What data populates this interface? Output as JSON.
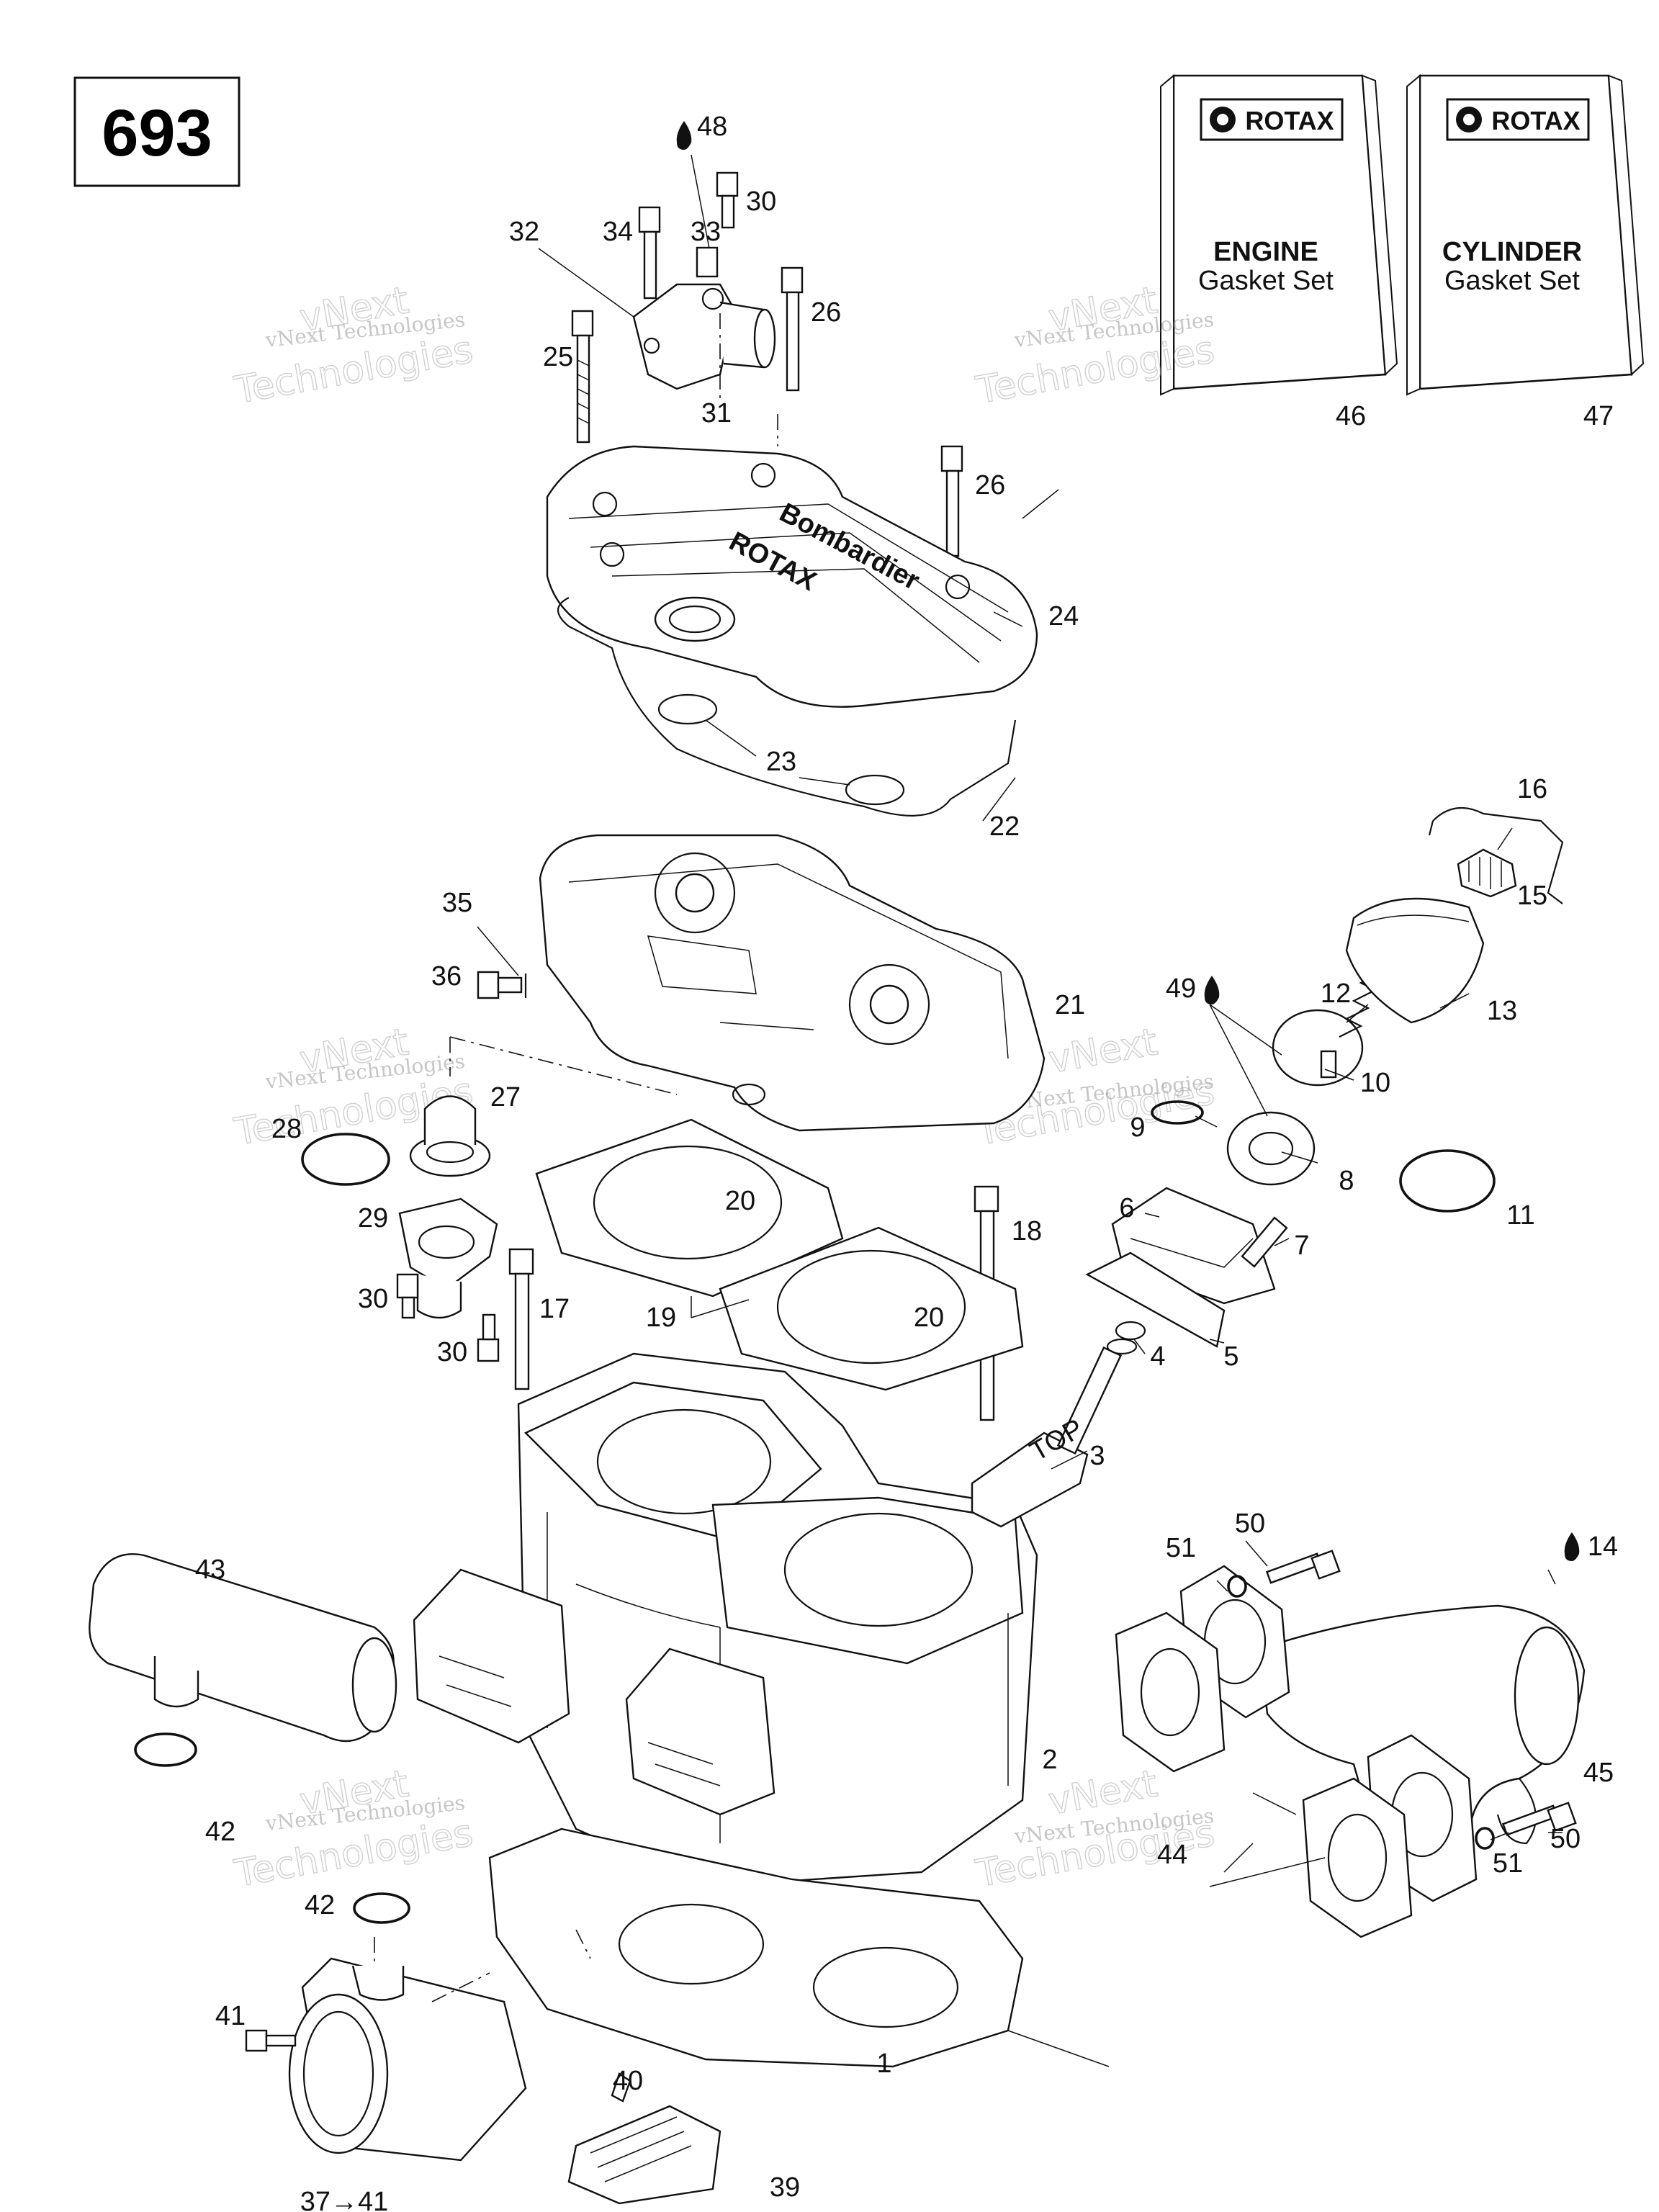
{
  "figure_number": "693",
  "kits": [
    {
      "brand": "ROTAX",
      "title": "ENGINE",
      "subtitle": "Gasket Set",
      "part": "46"
    },
    {
      "brand": "ROTAX",
      "title": "CYLINDER",
      "subtitle": "Gasket Set",
      "part": "47"
    }
  ],
  "watermark": {
    "small": "vNext Technologies",
    "large_1": "vNext",
    "large_2": "Technologies"
  },
  "engraving": {
    "brand": "Bombardier",
    "engine": "ROTAX"
  },
  "piston_marking": "TOP",
  "callouts": {
    "p1": "1",
    "p2": "2",
    "p3": "3",
    "p4": "4",
    "p5": "5",
    "p6": "6",
    "p7": "7",
    "p8": "8",
    "p9": "9",
    "p10": "10",
    "p11": "11",
    "p12": "12",
    "p13": "13",
    "p14": "14",
    "p15": "15",
    "p16": "16",
    "p17": "17",
    "p18": "18",
    "p19": "19",
    "p20a": "20",
    "p20b": "20",
    "p21": "21",
    "p22": "22",
    "p23": "23",
    "p24": "24",
    "p25": "25",
    "p26a": "26",
    "p26b": "26",
    "p27": "27",
    "p28": "28",
    "p29": "29",
    "p30a": "30",
    "p30b": "30",
    "p30c": "30",
    "p31": "31",
    "p32": "32",
    "p33": "33",
    "p34": "34",
    "p35": "35",
    "p36": "36",
    "p37_41": "37→41",
    "p39": "39",
    "p40": "40",
    "p41": "41",
    "p42a": "42",
    "p42b": "42",
    "p43": "43",
    "p44": "44",
    "p45": "45",
    "p48": "48",
    "p49": "49",
    "p50a": "50",
    "p50b": "50",
    "p51a": "51",
    "p51b": "51"
  },
  "icons": {
    "lubricant": "oil-drop-icon",
    "kit_logo": "rotax-logo-icon"
  }
}
